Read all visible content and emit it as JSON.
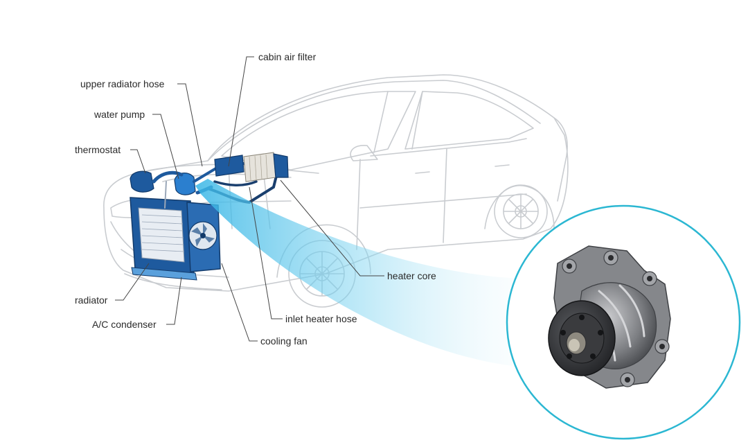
{
  "labels": {
    "cabin_air_filter": "cabin air filter",
    "upper_radiator_hose": "upper radiator hose",
    "water_pump": "water pump",
    "thermostat": "thermostat",
    "heater_core": "heater core",
    "radiator": "radiator",
    "ac_condenser": "A/C condenser",
    "inlet_heater_hose": "inlet heater hose",
    "cooling_fan": "cooling fan"
  },
  "colors": {
    "car_outline": "#c9ccd0",
    "component_blue": "#1e5a9e",
    "component_light": "#5aa0dc",
    "leader_line": "#444444",
    "magnifier_ring": "#2bb7d2",
    "beam": "#6fd0ee",
    "pump_metal": "#6a6c70"
  }
}
